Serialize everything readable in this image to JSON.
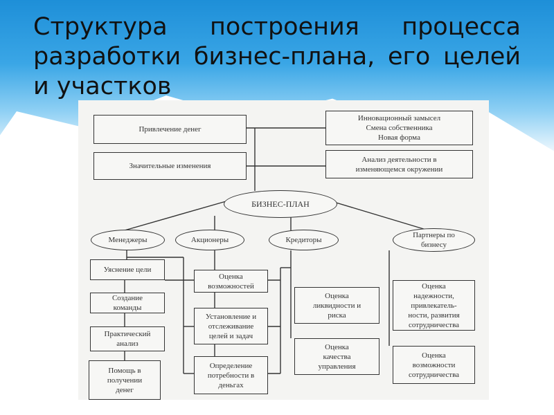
{
  "title": "Структура построения процесса разработки бизнес-плана, его целей и участков",
  "diagram": {
    "top_left": [
      "Привлечение денег",
      "Значительные изменения"
    ],
    "top_right": [
      "Инновационный замысел\nСмена собственника\nНовая форма",
      "Анализ деятельности в\nизменяющемся окружении"
    ],
    "center": "БИЗНЕС-ПЛАН",
    "participants": [
      "Менеджеры",
      "Акционеры",
      "Кредиторы",
      "Партнеры по\nбизнесу"
    ],
    "managers": [
      "Уяснение цели",
      "Создание\nкоманды",
      "Практический\nанализ",
      "Помощь в\nполучении\nденег"
    ],
    "shareholders": [
      "Оценка\nвозможностей",
      "Установление и\nотслеживание\nцелей и задач",
      "Определение\nпотребности в\nденьгах"
    ],
    "creditors": [
      "Оценка\nликвидности и\nриска",
      "Оценка\nкачества\nуправления"
    ],
    "partners": [
      "Оценка\nнадежности,\nпривлекатель-\nности, развития\nсотрудничества",
      "Оценка\nвозможности\nсотрудничества"
    ]
  }
}
